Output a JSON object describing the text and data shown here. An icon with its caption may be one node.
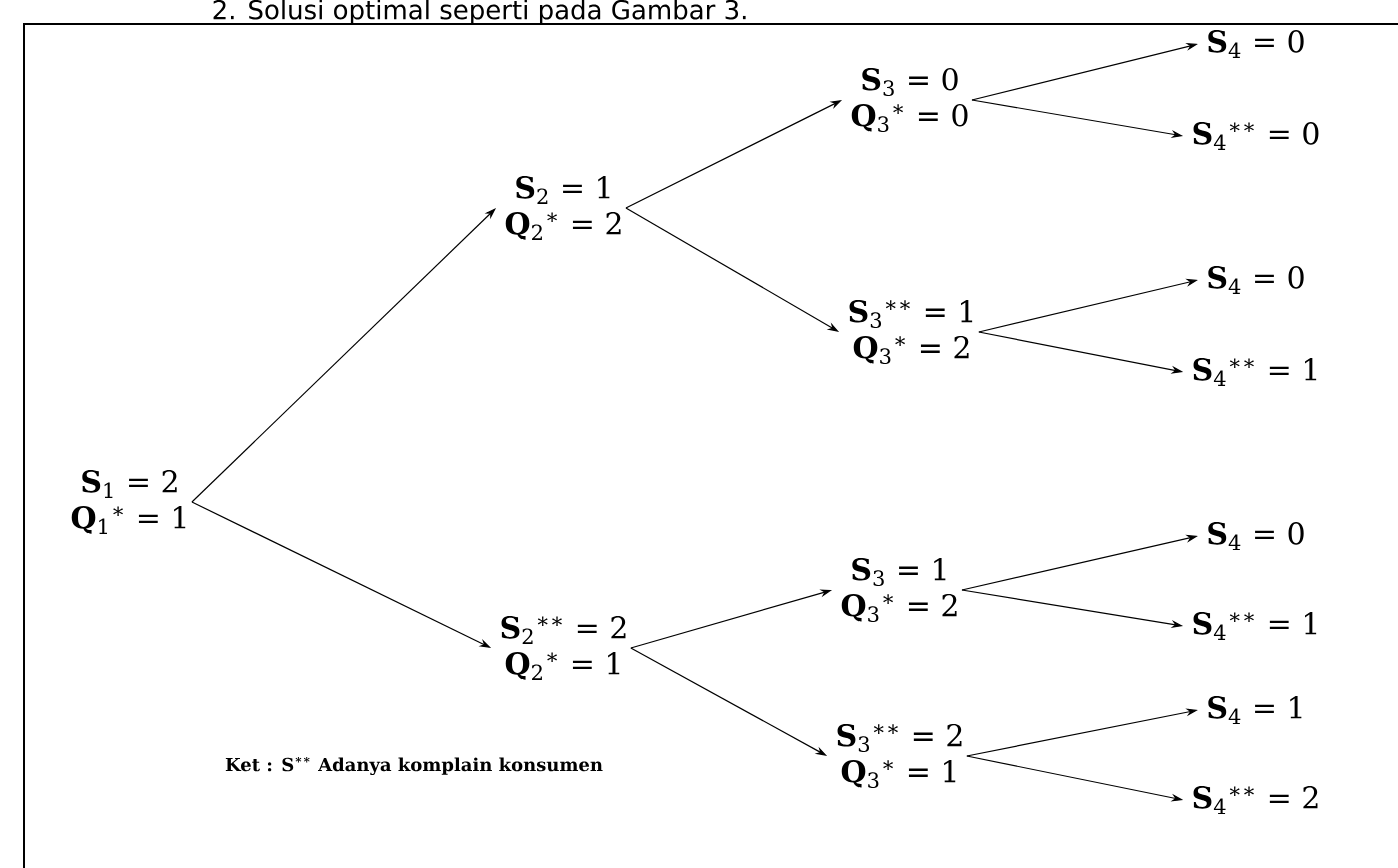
{
  "diagram": {
    "nodes": [
      {
        "text": [
          "**S**$_{1}$ = 2",
          "**Q**$_{1}$$^{∗}$ = 1"
        ]
      },
      {
        "text": [
          "**S**$_{2}$ = 1",
          "**Q**$_{2}$$^{∗}$ = 2"
        ]
      },
      {
        "text": [
          "**S**$_{2}$$^{∗∗}$ = 2",
          "**Q**$_{2}$$^{∗}$ = 1"
        ]
      },
      {
        "text": [
          "**S**$_{3}$ = 0",
          "**Q**$_{3}$$^{∗}$ = 0"
        ]
      },
      {
        "text": [
          "**S**$_{3}$$^{∗∗}$ = 1",
          "**Q**$_{3}$$^{∗}$ = 2"
        ]
      },
      {
        "text": [
          "**S**$_{3}$ = 1",
          "**Q**$_{3}$$^{∗}$ = 2"
        ]
      },
      {
        "text": [
          "**S**$_{3}$$^{∗∗}$ = 2",
          "**Q**$_{3}$$^{∗}$ = 1"
        ]
      },
      {
        "text": [
          "**S**$_{4}$ = 0"
        ]
      },
      {
        "text": [
          "**S**$_{4}$$^{∗∗}$ = 0"
        ]
      },
      {
        "text": [
          "**S**$_{4}$ = 0"
        ]
      },
      {
        "text": [
          "**S**$_{4}$$^{∗∗}$ = 1"
        ]
      },
      {
        "text": [
          "**S**$_{4}$ = 0"
        ]
      },
      {
        "text": [
          "**S**$_{4}$$^{∗∗}$ = 1"
        ]
      },
      {
        "text": [
          "**S**$_{4}$ = 1"
        ]
      },
      {
        "text": [
          "**S**$_{4}$$^{∗∗}$ = 2"
        ]
      }
    ],
    "edges": [
      {
        "from": 0,
        "to": 1,
        "arrow": "to"
      },
      {
        "from": 0,
        "to": 2,
        "arrow": "to"
      },
      {
        "from": 1,
        "to": 3,
        "arrow": "to"
      },
      {
        "from": 1,
        "to": 4,
        "arrow": "to"
      },
      {
        "from": 2,
        "to": 5,
        "arrow": "to"
      },
      {
        "from": 2,
        "to": 6,
        "arrow": "to"
      },
      {
        "from": 3,
        "to": 7,
        "arrow": "to"
      },
      {
        "from": 3,
        "to": 8,
        "arrow": "to"
      },
      {
        "from": 4,
        "to": 9,
        "arrow": "to"
      },
      {
        "from": 4,
        "to": 10,
        "arrow": "to"
      },
      {
        "from": 5,
        "to": 11,
        "arrow": "to"
      },
      {
        "from": 5,
        "to": 12,
        "arrow": "to"
      },
      {
        "from": 6,
        "to": 13,
        "arrow": "to"
      },
      {
        "from": 6,
        "to": 14,
        "arrow": "to"
      }
    ],
    "labels": [
      "2. Solusi optimal seperti pada Gambar 3.",
      "Ket : S$^{∗∗}$ Adanya komplain konsumen"
    ]
  }
}
